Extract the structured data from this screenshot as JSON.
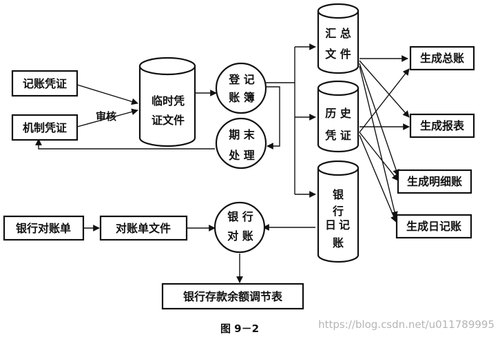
{
  "nodes": {
    "jizhang_pingzheng": "记账凭证",
    "jizhi_pingzheng": "机制凭证",
    "shenhe": "审核",
    "linshi_l1": "临时凭",
    "linshi_l2": "证文件",
    "dengji_l1": "登 记",
    "dengji_l2": "账 簿",
    "qimo_l1": "期 末",
    "qimo_l2": "处 理",
    "huizong_l1": "汇 总",
    "huizong_l2": "文 件",
    "lishi_l1": "历 史",
    "lishi_l2": "凭 证",
    "yinhangri_l1": "银",
    "yinhangri_l2": "行",
    "yinhangri_l3": "日",
    "yinhangri_l4": "记",
    "yinhangri_l5": "账",
    "shengcheng_zongzhang": "生成总账",
    "shengcheng_baobiao": "生成报表",
    "shengcheng_mingxi": "生成明细账",
    "shengcheng_rijizhang": "生成日记账",
    "yinhang_duizhangdan": "银行对账单",
    "duizhangdan_wenjian": "对账单文件",
    "yinhang_duizhang_l1": "银 行",
    "yinhang_duizhang_l2": "对 账",
    "tiaojiebiao": "银行存款余额调节表"
  },
  "caption": "图 9－2",
  "watermark": "https://blog.csdn.net/u011789995"
}
